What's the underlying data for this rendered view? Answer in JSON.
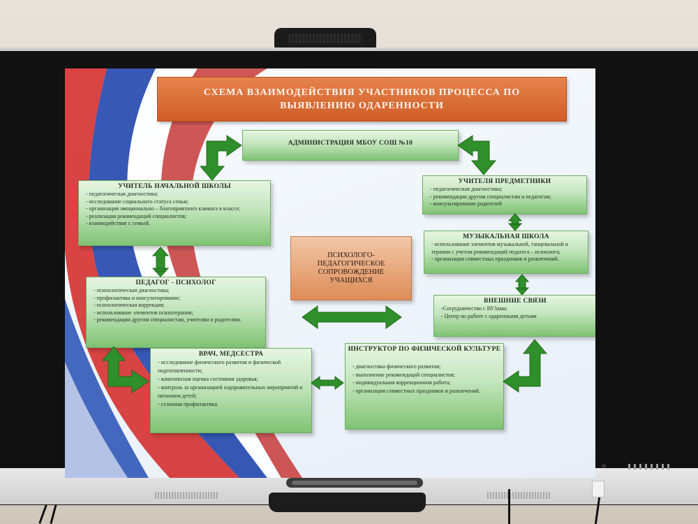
{
  "slide": {
    "title": "СХЕМА ВЗАИМОДЕЙСТВИЯ УЧАСТНИКОВ ПРОЦЕССА ПО ВЫЯВЛЕНИЮ ОДАРЕННОСТИ",
    "admin": {
      "heading": "АДМИНИСТРАЦИЯ МБОУ СОШ №10"
    },
    "center": {
      "text": "ПСИХОЛОГО-\nПЕДАГОГИЧЕСКОЕ\nСОПРОВОЖДЕНИЕ\nУЧАЩИХСЯ"
    },
    "primary_teacher": {
      "heading": "УЧИТЕЛЬ НАЧАЛЬНОЙ ШКОЛЫ",
      "items": [
        "- педагогическая диагностика;",
        "- исследование социального статуса семьи;",
        "- организация эмоционально – благоприятного климата в классе;",
        "- реализация рекомендаций специалистов;",
        "- взаимодействие с семьей."
      ]
    },
    "psychologist": {
      "heading": "ПЕДАГОГ - ПСИХОЛОГ",
      "items": [
        "- психологическая диагностика;",
        "- профилактика и консультирование;",
        "- психологическая коррекция;",
        "- использование элементов психотерапии;",
        "- рекомендации другим специалистам, учителям и родителям."
      ]
    },
    "doctor": {
      "heading": "ВРАЧ, МЕДСЕСТРА",
      "items": [
        "- исследование физического развития и физической подготовленности;",
        "- комплексная оценка состояния здоровья;",
        "- контроль за организацией оздоровительных мероприятий и питанием детей;",
        "- сезонная профилактика"
      ]
    },
    "subject_teachers": {
      "heading": "УЧИТЕЛЯ ПРЕДМЕТНИКИ",
      "items": [
        "- педагогическая диагностика;",
        "- рекомендации другим специалистам и педагогам;",
        "- консультирование родителей"
      ]
    },
    "music_school": {
      "heading": "МУЗЫКАЛЬНАЯ ШКОЛА",
      "items": [
        "- использование элементов музыкальной, танцевальной и терапии с учетом рекомендаций педагога – психолога;",
        "- организация совместных праздников и развлечений."
      ]
    },
    "external": {
      "heading": "ВНЕШНИЕ СВЯЗИ",
      "items": [
        "-Сотрудничество с ВУЗами;",
        "- Центр по работе с одаренными детьми"
      ]
    },
    "pe_instructor": {
      "heading": "ИНСТРУКТОР ПО ФИЗИЧЕСКОЙ КУЛЬТУРЕ",
      "items": [
        "- диагностика физического развития;",
        "- выполнение рекомендаций специалистов;",
        "- индивидуальная коррекционная работа;",
        "- организация совместных праздников и развлечений."
      ]
    }
  },
  "colors": {
    "title_fill": "#d9672f",
    "box_fill": "#a8d9a0",
    "arrow_fill": "#2f8f2a",
    "center_fill": "#e9a77a"
  }
}
